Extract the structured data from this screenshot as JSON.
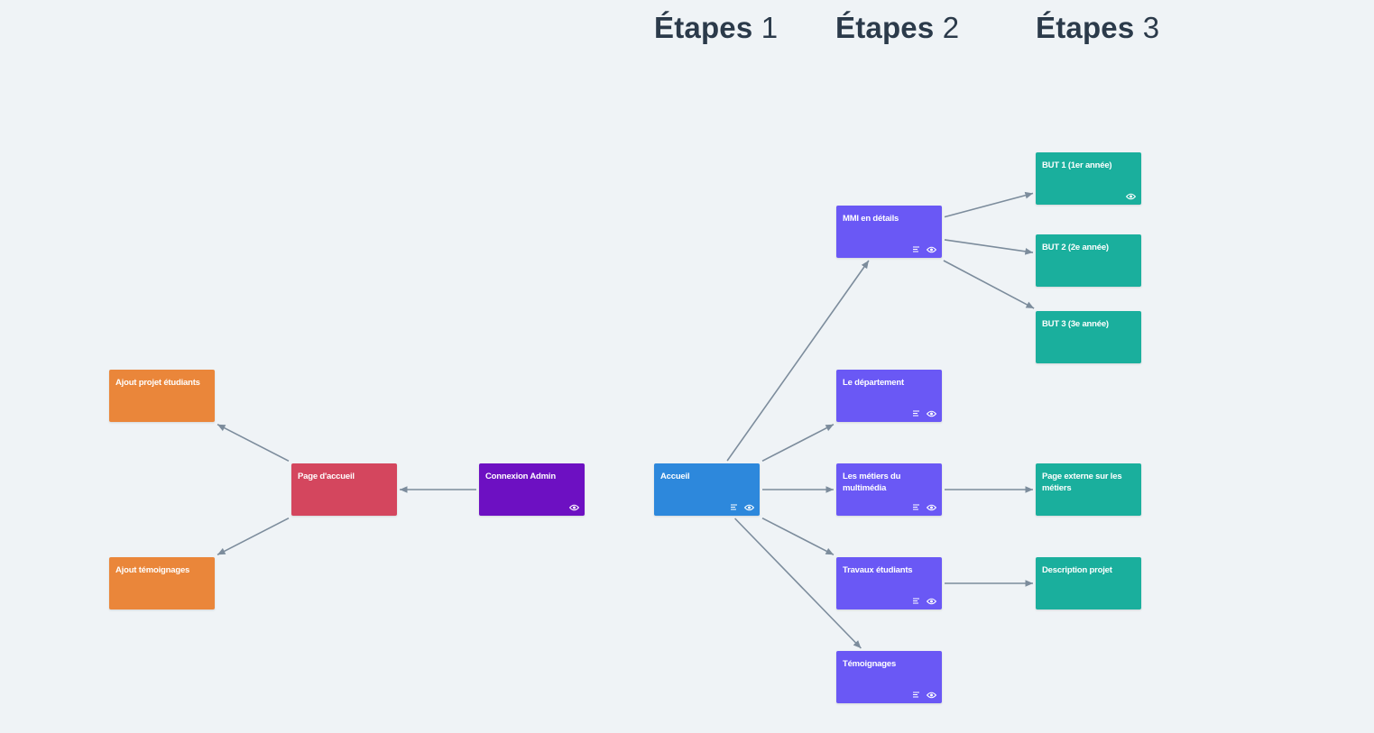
{
  "headings": [
    {
      "word": "Étapes",
      "num": "1"
    },
    {
      "word": "Étapes",
      "num": "2"
    },
    {
      "word": "Étapes",
      "num": "3"
    }
  ],
  "colors": {
    "background": "#eff3f6",
    "heading": "#2b3a4a",
    "arrow": "#7c8c9c",
    "orange": "#ea863a",
    "red": "#d4465e",
    "purple": "#6d10c2",
    "blue": "#2d88dc",
    "violet": "#6a58f5",
    "teal": "#1aaf9d"
  },
  "nodes": [
    {
      "id": "ajout-projet",
      "label": "Ajout projet étudiants",
      "color": "orange",
      "icons": []
    },
    {
      "id": "ajout-temoignages",
      "label": "Ajout témoignages",
      "color": "orange",
      "icons": []
    },
    {
      "id": "page-accueil",
      "label": "Page d'accueil",
      "color": "red",
      "icons": []
    },
    {
      "id": "connexion-admin",
      "label": "Connexion Admin",
      "color": "purple",
      "icons": [
        "eye-icon"
      ]
    },
    {
      "id": "accueil",
      "label": "Accueil",
      "color": "blue",
      "icons": [
        "lines-icon",
        "eye-icon"
      ]
    },
    {
      "id": "mmi-details",
      "label": "MMI en détails",
      "color": "violet",
      "icons": [
        "lines-icon",
        "eye-icon"
      ]
    },
    {
      "id": "departement",
      "label": "Le département",
      "color": "violet",
      "icons": [
        "lines-icon",
        "eye-icon"
      ]
    },
    {
      "id": "metiers",
      "label": "Les métiers du multimédia",
      "color": "violet",
      "icons": [
        "lines-icon",
        "eye-icon"
      ]
    },
    {
      "id": "travaux",
      "label": "Travaux étudiants",
      "color": "violet",
      "icons": [
        "lines-icon",
        "eye-icon"
      ]
    },
    {
      "id": "temoignages",
      "label": "Témoignages",
      "color": "violet",
      "icons": [
        "lines-icon",
        "eye-icon"
      ]
    },
    {
      "id": "but1",
      "label": "BUT 1 (1er année)",
      "color": "teal",
      "icons": [
        "eye-icon"
      ]
    },
    {
      "id": "but2",
      "label": "BUT 2 (2e année)",
      "color": "teal",
      "icons": []
    },
    {
      "id": "but3",
      "label": "BUT 3 (3e année)",
      "color": "teal",
      "icons": []
    },
    {
      "id": "page-externe",
      "label": "Page externe sur les métiers",
      "color": "teal",
      "icons": []
    },
    {
      "id": "description-projet",
      "label": "Description projet",
      "color": "teal",
      "icons": []
    }
  ],
  "edges": [
    {
      "from": "connexion-admin",
      "to": "page-accueil"
    },
    {
      "from": "page-accueil",
      "to": "ajout-projet"
    },
    {
      "from": "page-accueil",
      "to": "ajout-temoignages"
    },
    {
      "from": "accueil",
      "to": "mmi-details"
    },
    {
      "from": "accueil",
      "to": "departement"
    },
    {
      "from": "accueil",
      "to": "metiers"
    },
    {
      "from": "accueil",
      "to": "travaux"
    },
    {
      "from": "accueil",
      "to": "temoignages"
    },
    {
      "from": "mmi-details",
      "to": "but1"
    },
    {
      "from": "mmi-details",
      "to": "but2"
    },
    {
      "from": "mmi-details",
      "to": "but3"
    },
    {
      "from": "metiers",
      "to": "page-externe"
    },
    {
      "from": "travaux",
      "to": "description-projet"
    }
  ]
}
